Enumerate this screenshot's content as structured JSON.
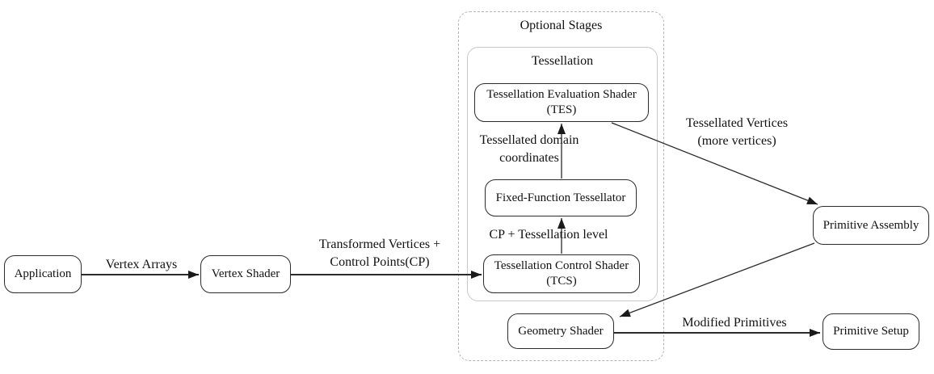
{
  "containers": {
    "optional_stages": {
      "label": "Optional Stages"
    },
    "tessellation": {
      "label": "Tessellation"
    }
  },
  "nodes": {
    "application": {
      "label": "Application"
    },
    "vertex_shader": {
      "label": "Vertex Shader"
    },
    "tessellation_evaluation_shader": {
      "label": "Tessellation Evaluation Shader\n(TES)"
    },
    "fixed_function_tessellator": {
      "label": "Fixed-Function Tessellator"
    },
    "tessellation_control_shader": {
      "label": "Tessellation Control Shader\n(TCS)"
    },
    "geometry_shader": {
      "label": "Geometry Shader"
    },
    "primitive_assembly": {
      "label": "Primitive Assembly"
    },
    "primitive_setup": {
      "label": "Primitive Setup"
    }
  },
  "edge_labels": {
    "vertex_arrays": "Vertex Arrays",
    "transformed_vertices": "Transformed Vertices +\nControl Points(CP)",
    "cp_tessellation_level": "CP + Tessellation level",
    "tessellated_domain_coordinates": "Tessellated domain\ncoordinates",
    "tessellated_vertices": "Tessellated Vertices\n(more vertices)",
    "modified_primitives": "Modified Primitives"
  },
  "colors": {
    "background": "#ffffff",
    "node_border": "#2b2b2b",
    "optional_container_border": "#b3b3b3",
    "tessellation_container_border": "#c9c9c9",
    "arrow": "#2a2a2a",
    "text": "#111111"
  }
}
